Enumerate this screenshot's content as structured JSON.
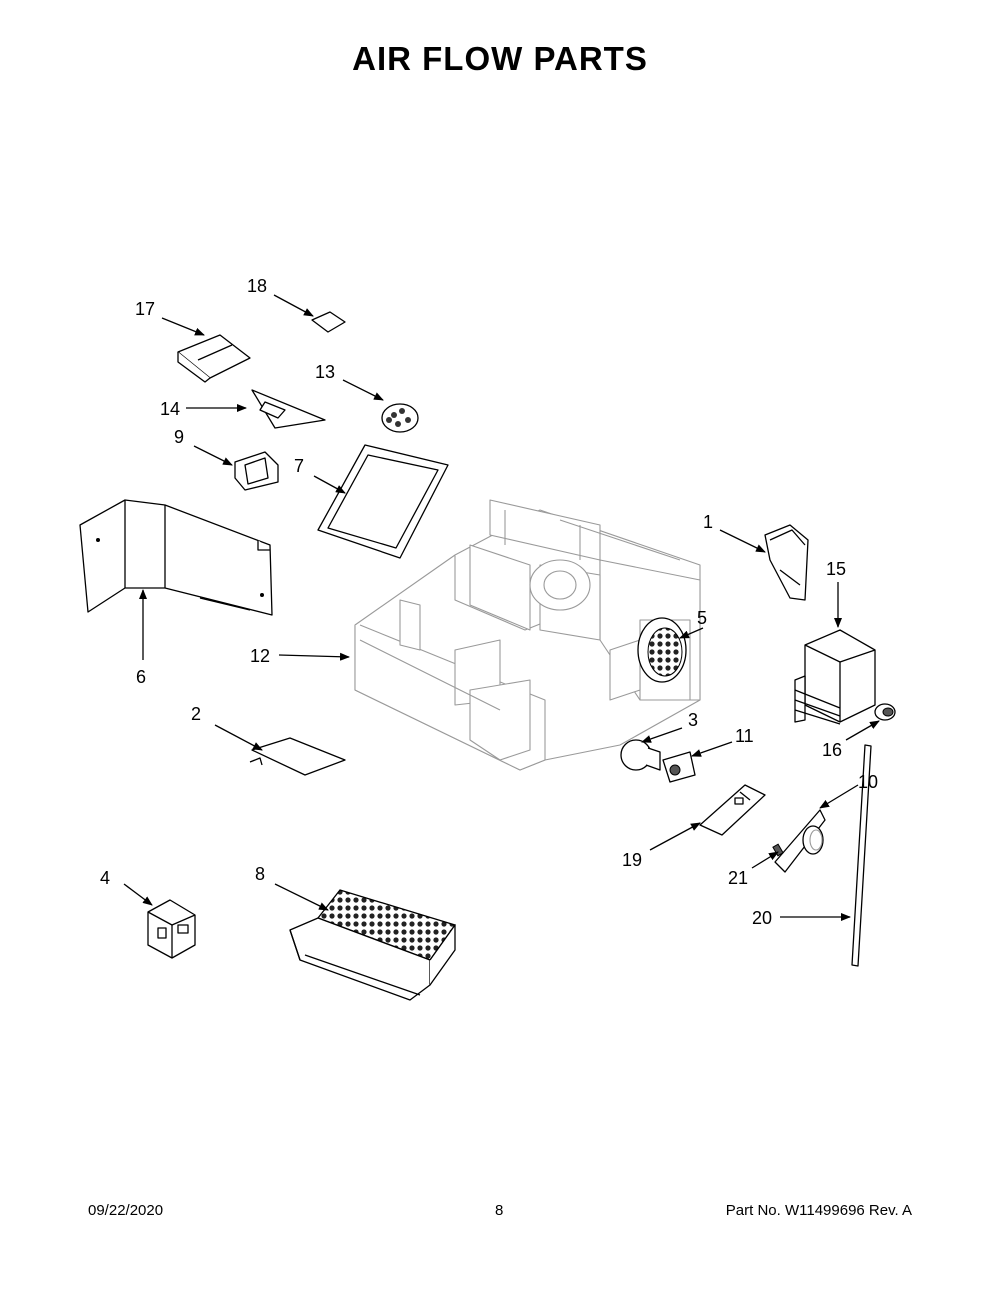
{
  "title": "AIR FLOW PARTS",
  "footer": {
    "date": "09/22/2020",
    "page": "8",
    "part_number": "Part No.  W11499696  Rev.  A"
  },
  "callouts": {
    "c1": "1",
    "c2": "2",
    "c3": "3",
    "c4": "4",
    "c5": "5",
    "c6": "6",
    "c7": "7",
    "c8": "8",
    "c9": "9",
    "c10": "10",
    "c11": "11",
    "c12": "12",
    "c13": "13",
    "c14": "14",
    "c15": "15",
    "c16": "16",
    "c17": "17",
    "c18": "18",
    "c19": "19",
    "c20": "20",
    "c21": "21"
  }
}
